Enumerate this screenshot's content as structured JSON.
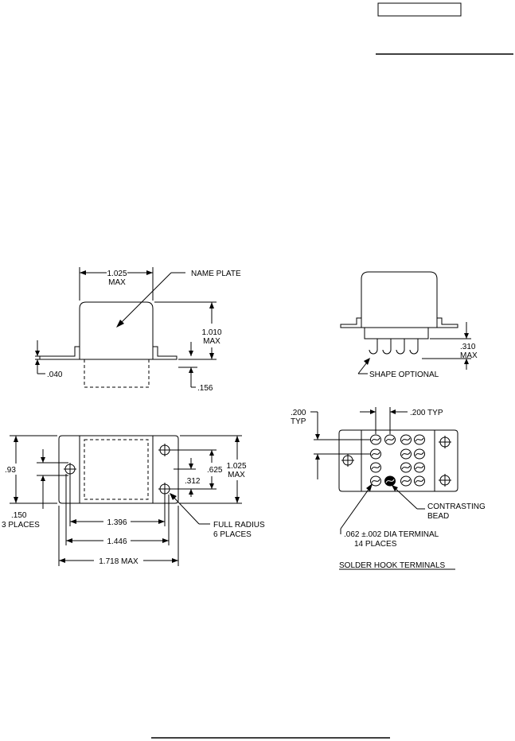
{
  "header": {
    "box_text": "",
    "rule_text": ""
  },
  "top_left_view": {
    "width_dim": "1.025",
    "width_max": "MAX",
    "name_plate": "NAME PLATE",
    "height_dim": "1.010",
    "height_max": "MAX",
    "flange_thickness": ".040",
    "seat_offset": ".156"
  },
  "top_right_view": {
    "terminal_height": ".310",
    "terminal_max": "MAX",
    "shape_note": "SHAPE OPTIONAL"
  },
  "bottom_left_view": {
    "overall_height": ".93",
    "hole_offset": ".150",
    "hole_offset_note": "3 PLACES",
    "hole_spacing": ".625",
    "hole_half": ".312",
    "body_height": "1.025",
    "body_height_max": "MAX",
    "span_1": "1.396",
    "span_2": "1.446",
    "overall_length": "1.718 MAX",
    "full_radius": "FULL RADIUS",
    "full_radius_note": "6 PLACES"
  },
  "bottom_right_view": {
    "pitch_left": ".200",
    "pitch_left_typ": "TYP",
    "pitch_top": ".200 TYP",
    "contrasting": "CONTRASTING",
    "bead": "BEAD",
    "terminal_dia": ".062 ±.002 DIA TERMINAL",
    "terminal_count": "14 PLACES",
    "caption": "SOLDER HOOK TERMINALS"
  },
  "icons": {
    "mounting_hole": "mounting-hole-icon",
    "terminal": "solder-hook-terminal-icon",
    "bead": "contrasting-bead-icon"
  }
}
